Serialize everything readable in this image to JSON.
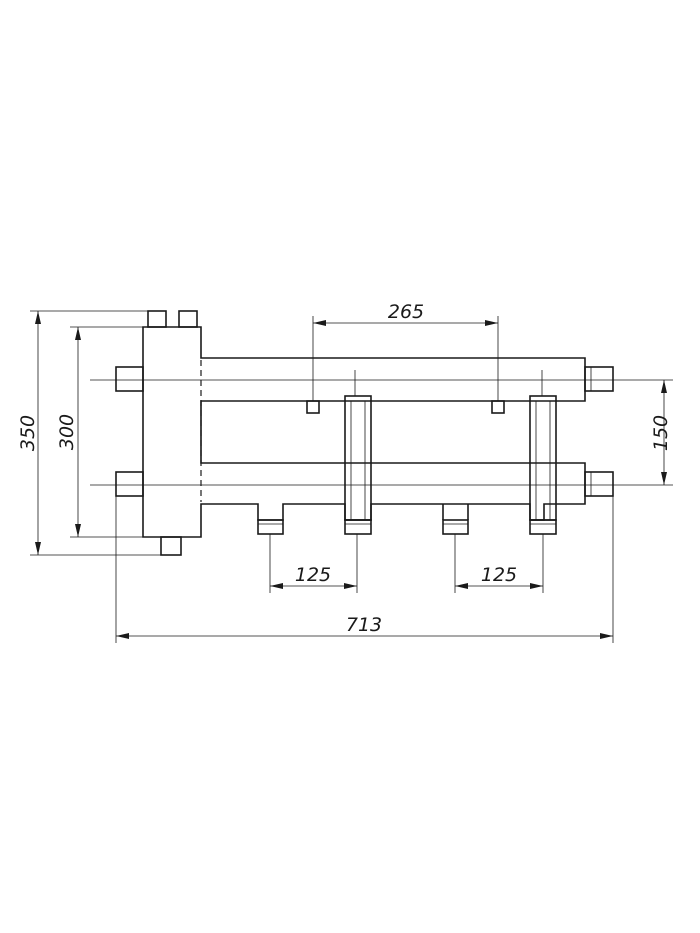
{
  "dimensions": {
    "overall_height": "350",
    "inner_height": "300",
    "outlet_spacing": "265",
    "circuit_spacing": "150",
    "pitch_left": "125",
    "pitch_right": "125",
    "overall_width": "713"
  }
}
